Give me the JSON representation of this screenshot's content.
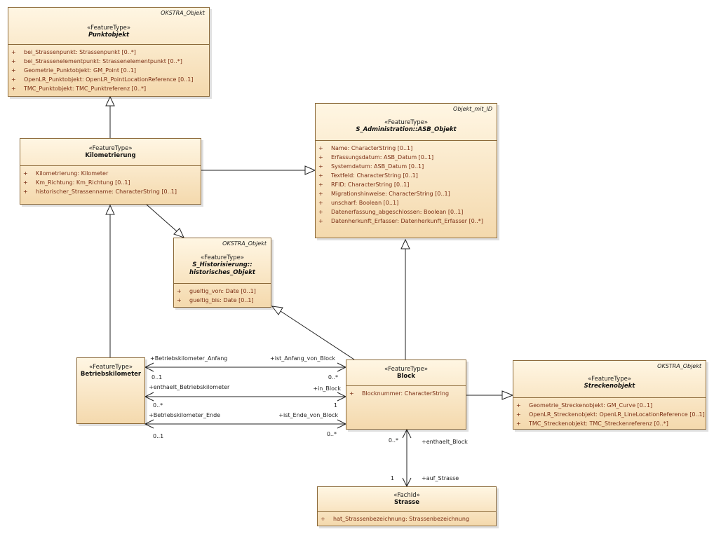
{
  "classes": {
    "punktobjekt": {
      "tag": "OKSTRA_Objekt",
      "stereotype": "«FeatureType»",
      "name": "Punktobjekt",
      "attrs": [
        "bei_Strassenpunkt: Strassenpunkt [0..*]",
        "bei_Strassenelementpunkt: Strassenelementpunkt [0..*]",
        "Geometrie_Punktobjekt: GM_Point [0..1]",
        "OpenLR_Punktobjekt: OpenLR_PointLocationReference [0..1]",
        "TMC_Punktobjekt: TMC_Punktreferenz [0..*]"
      ]
    },
    "asb": {
      "tag": "Objekt_mit_ID",
      "stereotype": "«FeatureType»",
      "name": "S_Administration::ASB_Objekt",
      "attrs": [
        "Name: CharacterString [0..1]",
        "Erfassungsdatum: ASB_Datum [0..1]",
        "Systemdatum: ASB_Datum [0..1]",
        "Textfeld: CharacterString [0..1]",
        "RFID: CharacterString [0..1]",
        "Migrationshinweise: CharacterString [0..1]",
        "unscharf: Boolean [0..1]",
        "Datenerfassung_abgeschlossen: Boolean [0..1]",
        "Datenherkunft_Erfasser: Datenherkunft_Erfasser [0..*]"
      ]
    },
    "kilometrierung": {
      "stereotype": "«FeatureType»",
      "name": "Kilometrierung",
      "attrs": [
        "Kilometrierung: Kilometer",
        "Km_Richtung: Km_Richtung [0..1]",
        "historischer_Strassenname: CharacterString [0..1]"
      ]
    },
    "historisch": {
      "tag": "OKSTRA_Objekt",
      "stereotype": "«FeatureType»",
      "name_line1": "S_Historisierung::",
      "name_line2": "historisches_Objekt",
      "attrs": [
        "gueltig_von: Date [0..1]",
        "gueltig_bis: Date [0..1]"
      ]
    },
    "betriebskilometer": {
      "stereotype": "«FeatureType»",
      "name": "Betriebskilometer"
    },
    "block": {
      "stereotype": "«FeatureType»",
      "name": "Block",
      "attrs": [
        "Blocknummer: CharacterString"
      ]
    },
    "streckenobjekt": {
      "tag": "OKSTRA_Objekt",
      "stereotype": "«FeatureType»",
      "name": "Streckenobjekt",
      "attrs": [
        "Geometrie_Streckenobjekt: GM_Curve [0..1]",
        "OpenLR_Streckenobjekt: OpenLR_LineLocationReference [0..1]",
        "TMC_Streckenobjekt: TMC_Streckenreferenz [0..*]"
      ]
    },
    "strasse": {
      "stereotype": "«FachId»",
      "name": "Strasse",
      "attrs": [
        "hat_Strassenbezeichnung: Strassenbezeichnung"
      ]
    }
  },
  "attr_marker": "+",
  "associations": {
    "anfang": {
      "role_left": "+Betriebskilometer_Anfang",
      "role_right": "+ist_Anfang_von_Block",
      "mult_left": "0..1",
      "mult_right": "0..*"
    },
    "enthaelt": {
      "role_left": "+enthaelt_Betriebskilometer",
      "role_right": "+in_Block",
      "mult_left": "0..*",
      "mult_right": "1"
    },
    "ende": {
      "role_left": "+Betriebskilometer_Ende",
      "role_right": "+ist_Ende_von_Block",
      "mult_left": "0..1",
      "mult_right": "0..*"
    },
    "strasse": {
      "role_top": "+enthaelt_Block",
      "role_bottom": "+auf_Strasse",
      "mult_top": "0..*",
      "mult_bottom": "1"
    }
  }
}
